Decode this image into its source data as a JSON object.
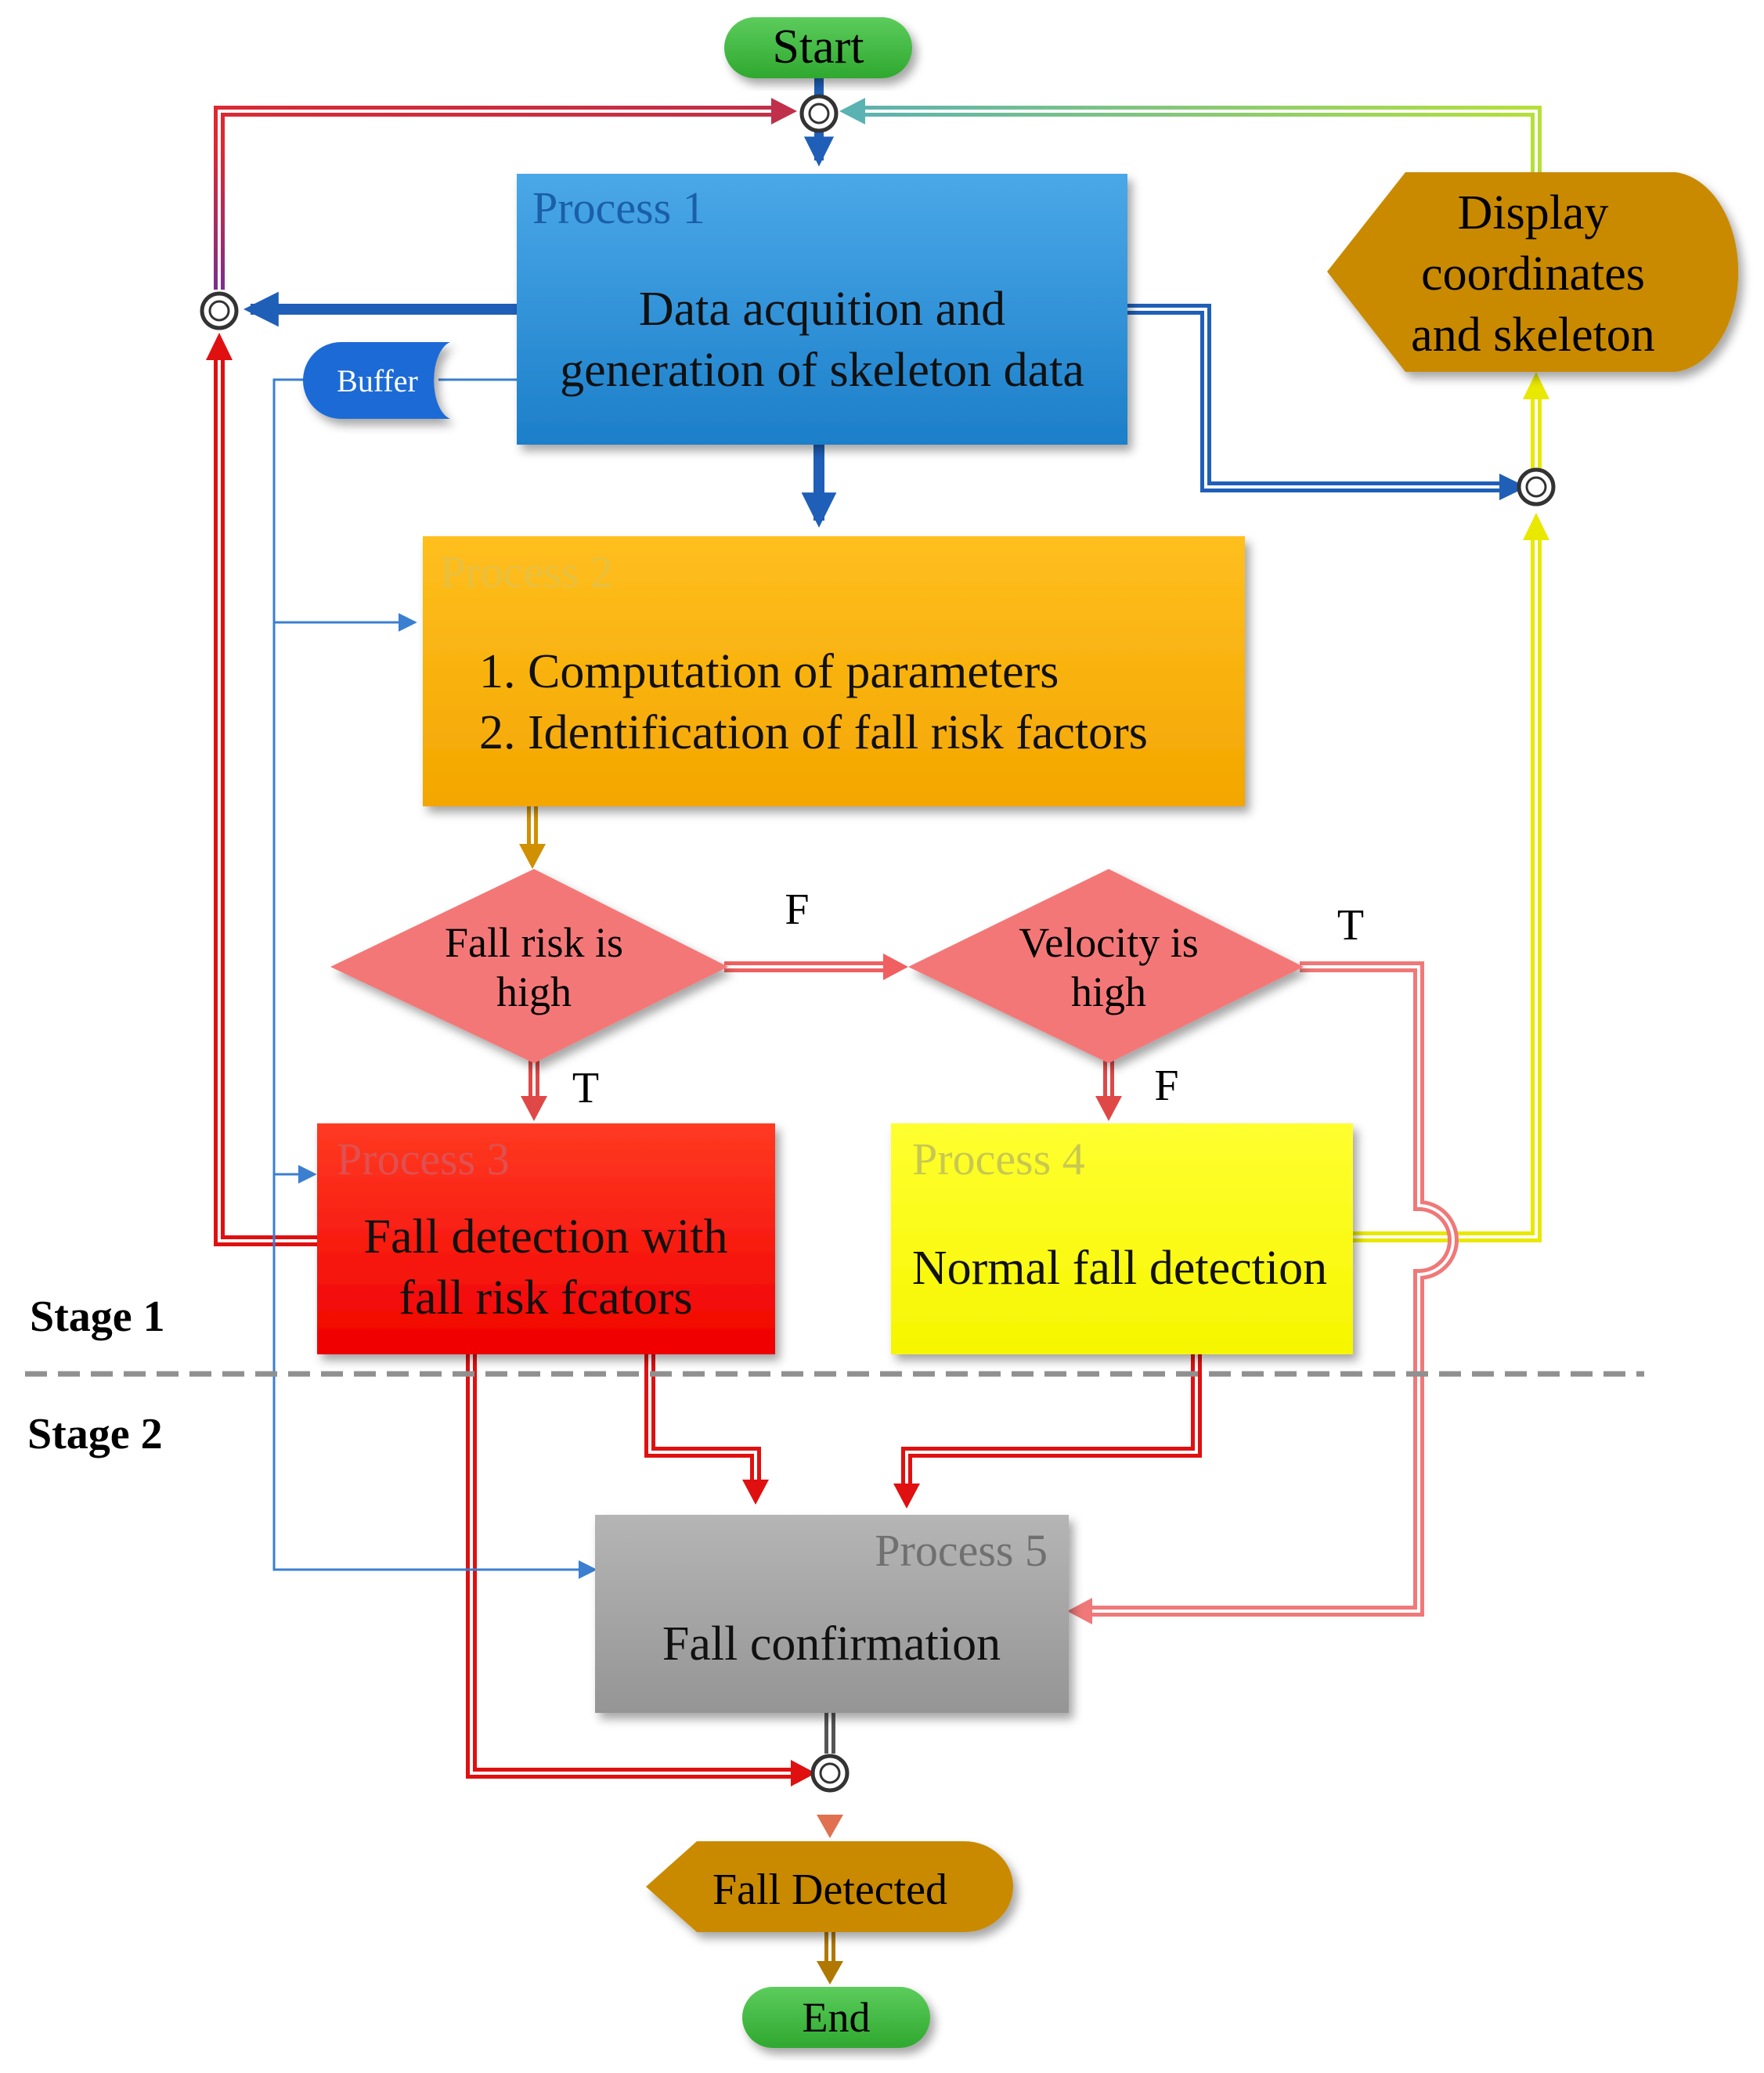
{
  "terminals": {
    "start": "Start",
    "end": "End",
    "fall_detected": "Fall Detected"
  },
  "display": {
    "line1": "Display",
    "line2": "coordinates",
    "line3": "and skeleton"
  },
  "buffer": "Buffer",
  "process1": {
    "title": "Process 1",
    "line1": "Data acquition and",
    "line2": "generation of skeleton data"
  },
  "process2": {
    "title": "Process 2",
    "line1": "1. Computation of parameters",
    "line2": "2. Identification of fall risk factors"
  },
  "decision1": {
    "line1": "Fall risk is",
    "line2": "high"
  },
  "decision2": {
    "line1": "Velocity is",
    "line2": "high"
  },
  "process3": {
    "title": "Process 3",
    "line1": "Fall detection with",
    "line2": "fall risk fcators"
  },
  "process4": {
    "title": "Process 4",
    "line1": "Normal fall detection"
  },
  "process5": {
    "title": "Process 5",
    "line1": "Fall confirmation"
  },
  "edge_labels": {
    "d1_false": "F",
    "d1_true": "T",
    "d2_true": "T",
    "d2_false": "F"
  },
  "stages": {
    "stage1": "Stage 1",
    "stage2": "Stage 2"
  },
  "colors": {
    "process1": "#2f95dc",
    "process2": "#f9b000",
    "process3": "#ff1a0a",
    "process4": "#ffff00",
    "process5": "#a6a6a6",
    "decision": "#f47777",
    "terminal": "#3fba3f",
    "display": "#c98a00",
    "buffer": "#1e6bd6"
  }
}
